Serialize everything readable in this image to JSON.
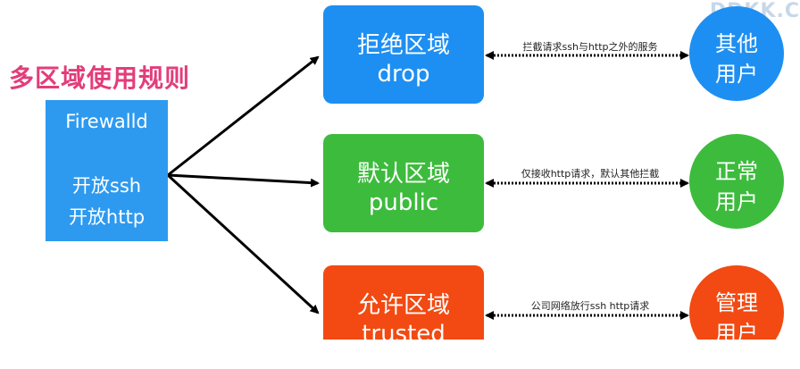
{
  "title": "多区域使用规则",
  "watermark": "DDKK.C",
  "firewall": {
    "name": "Firewalld",
    "line1": "开放ssh",
    "line2": "开放http"
  },
  "zones": [
    {
      "name": "拒绝区域",
      "id": "drop",
      "color": "#1e8ff2"
    },
    {
      "name": "默认区域",
      "id": "public",
      "color": "#3dbb3d"
    },
    {
      "name": "允许区域",
      "id": "trusted",
      "color": "#f24a12"
    }
  ],
  "rules": [
    "拦截请求ssh与http之外的服务",
    "仅接收http请求，默认其他拦截",
    "公司网络放行ssh http请求"
  ],
  "users": [
    {
      "line1": "其他",
      "line2": "用户"
    },
    {
      "line1": "正常",
      "line2": "用户"
    },
    {
      "line1": "管理",
      "line2": "用户"
    }
  ]
}
